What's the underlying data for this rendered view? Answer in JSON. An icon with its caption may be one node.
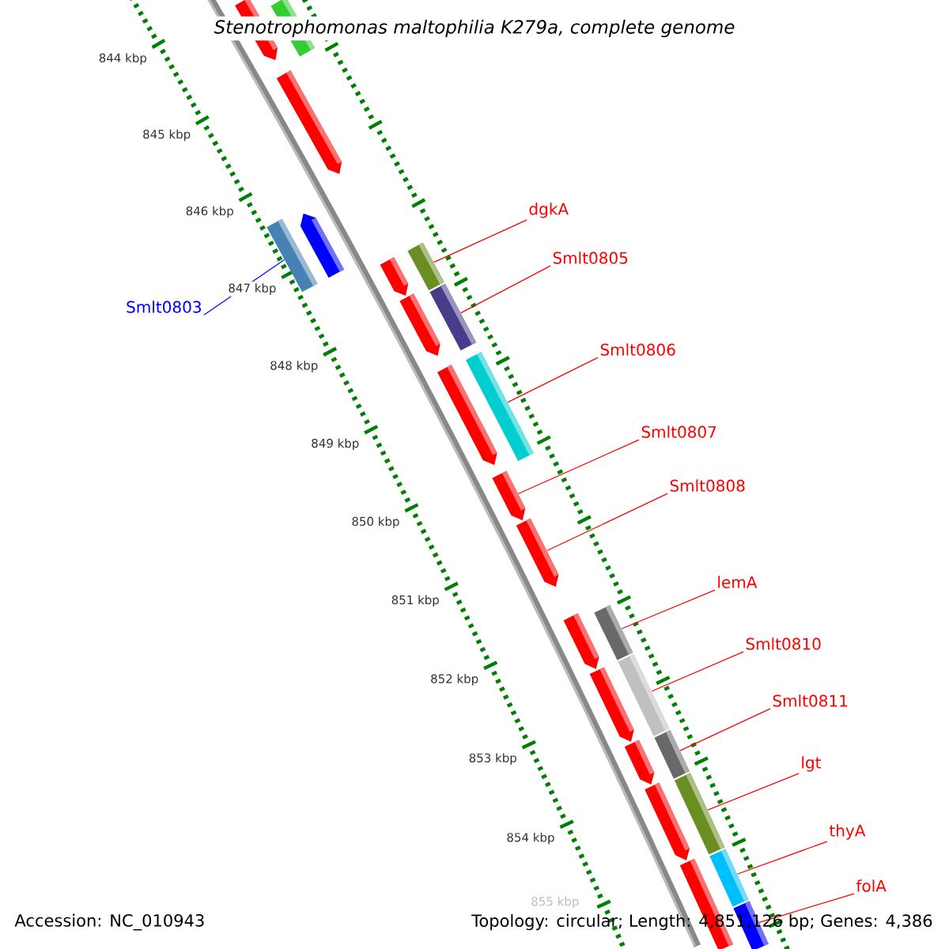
{
  "diagram": {
    "title": "Stenotrophomonas maltophilia K279a, complete genome",
    "nodes": [
      {
        "text": [
          "dgkA"
        ]
      },
      {
        "text": [
          "Smlt0805"
        ]
      },
      {
        "text": [
          "Smlt0803"
        ]
      },
      {
        "text": [
          "Smlt0806"
        ]
      },
      {
        "text": [
          "Smlt0807"
        ]
      },
      {
        "text": [
          "Smlt0808"
        ]
      },
      {
        "text": [
          "lemA"
        ]
      },
      {
        "text": [
          "Smlt0810"
        ]
      },
      {
        "text": [
          "Smlt0811"
        ]
      },
      {
        "text": [
          "lgt"
        ]
      },
      {
        "text": [
          "thyA"
        ]
      },
      {
        "text": [
          "folA"
        ]
      },
      {
        "text": [],
        "shape": "bar"
      },
      {
        "text": [],
        "shape": "bar"
      },
      {
        "text": [],
        "shape": "bar"
      },
      {
        "text": [],
        "shape": "bar"
      },
      {
        "text": [],
        "shape": "bar"
      },
      {
        "text": [],
        "shape": "bar"
      },
      {
        "text": [],
        "shape": "bar"
      },
      {
        "text": [],
        "shape": "bar"
      },
      {
        "text": [],
        "shape": "bar"
      },
      {
        "text": [],
        "shape": "bar"
      },
      {
        "text": [],
        "shape": "bar"
      },
      {
        "text": [],
        "shape": "bar"
      },
      {
        "text": [],
        "shape": "bar"
      },
      {
        "text": [],
        "shape": "bar"
      },
      {
        "text": [],
        "shape": "bar"
      },
      {
        "text": [],
        "shape": "bar"
      },
      {
        "text": [],
        "shape": "bar"
      },
      {
        "text": [],
        "shape": "bar"
      },
      {
        "text": [],
        "shape": "bar"
      },
      {
        "text": [],
        "shape": "bar"
      },
      {
        "text": [],
        "shape": "bar"
      },
      {
        "text": [],
        "shape": "bar"
      },
      {
        "text": [],
        "shape": "bar"
      },
      {
        "text": [],
        "shape": "bar"
      }
    ],
    "edges": [
      {
        "from": 0,
        "to": 17,
        "arrow": "none"
      },
      {
        "from": 1,
        "to": 19,
        "arrow": "none"
      },
      {
        "from": 2,
        "to": 16,
        "arrow": "none",
        "color": "#0000ff"
      },
      {
        "from": 3,
        "to": 21,
        "arrow": "none"
      },
      {
        "from": 4,
        "to": 23,
        "arrow": "none"
      },
      {
        "from": 5,
        "to": 24,
        "arrow": "none"
      },
      {
        "from": 6,
        "to": 25,
        "arrow": "none"
      },
      {
        "from": 7,
        "to": 27,
        "arrow": "none"
      },
      {
        "from": 8,
        "to": 29,
        "arrow": "none"
      },
      {
        "from": 9,
        "to": 31,
        "arrow": "none"
      },
      {
        "from": 10,
        "to": 33,
        "arrow": "none"
      },
      {
        "from": 11,
        "to": 35,
        "arrow": "none"
      }
    ],
    "labels": [
      "844 kbp",
      "845 kbp",
      "846 kbp",
      "847 kbp",
      "848 kbp",
      "849 kbp",
      "850 kbp",
      "851 kbp",
      "852 kbp",
      "853 kbp",
      "854 kbp",
      "855 kbp",
      "Accession: NC_010943",
      "Topology: circular; Length: 4,851,126 bp; Genes: 4,386"
    ]
  }
}
